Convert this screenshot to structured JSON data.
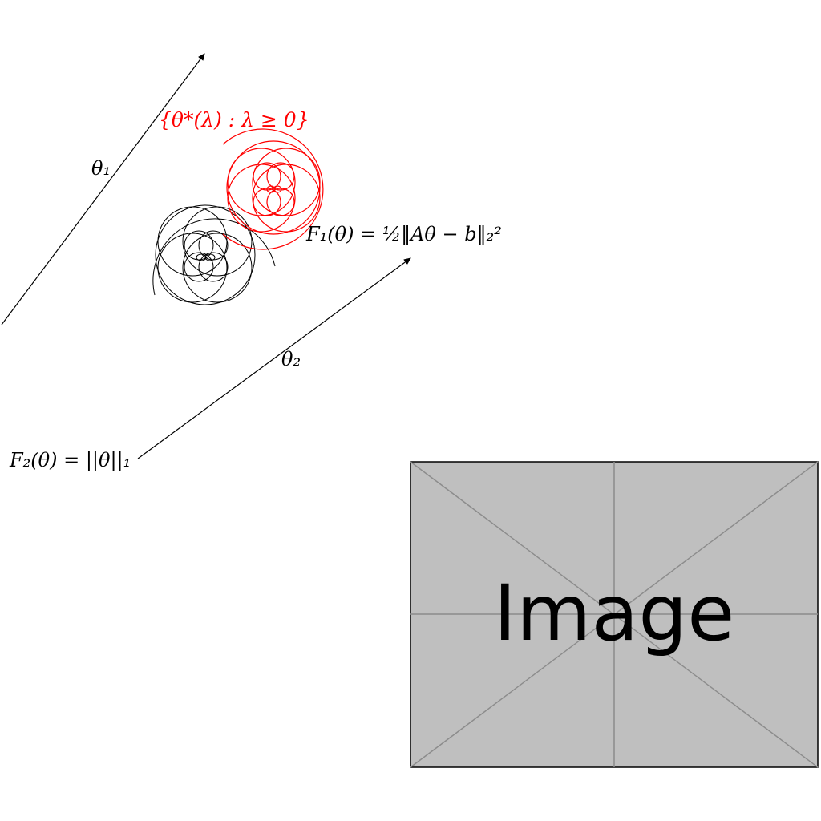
{
  "diagram": {
    "axis_theta1_label": "θ₁",
    "axis_theta2_label": "θ₂",
    "f1_label": "F₁(θ) = ½‖Aθ − b‖₂²",
    "f2_label": "F₂(θ) = ||θ||₁",
    "solution_path_label": "{θ*(λ) : λ ≥ 0}",
    "highlight_color": "#ff0000",
    "line_color": "#000000"
  },
  "placeholder": {
    "text": "Image",
    "fill_color": "#bfbfbf",
    "line_color": "#8c8c8c"
  }
}
